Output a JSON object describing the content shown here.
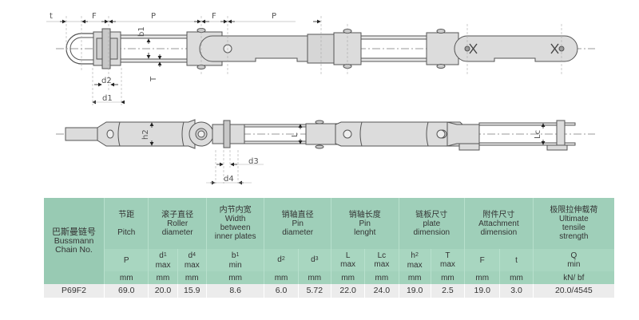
{
  "drawing": {
    "title": "Bussmann chain P69F2 dimensional drawing",
    "top_view_labels": {
      "t": "t",
      "F_left": "F",
      "P_left": "P",
      "F_right": "F",
      "P_right": "P",
      "b1": "b1",
      "T": "T",
      "d2": "d2",
      "d1": "d1"
    },
    "side_view_labels": {
      "h2": "h2",
      "d3": "d3",
      "d4": "d4",
      "L": "L",
      "Lc": "Lc"
    }
  },
  "table": {
    "chain_no": {
      "zh": "巴斯曼链号",
      "en1": "Bussmann",
      "en2": "Chain No."
    },
    "groups": [
      {
        "zh": "节距",
        "en": [
          "Pitch"
        ]
      },
      {
        "zh": "滚子直径",
        "en": [
          "Roller",
          "diameter"
        ]
      },
      {
        "zh": "内节内宽",
        "en": [
          "Width",
          "between",
          "inner plates"
        ]
      },
      {
        "zh": "销轴直径",
        "en": [
          "Pin",
          "diameter"
        ]
      },
      {
        "zh": "销轴长度",
        "en": [
          "Pin",
          "lenght"
        ]
      },
      {
        "zh": "链板尺寸",
        "en": [
          "plate",
          "dimension"
        ]
      },
      {
        "zh": "附件尺寸",
        "en": [
          "Attachment",
          "dimension"
        ]
      },
      {
        "zh": "极限拉伸载荷",
        "en": [
          "Ultimate",
          "tensile",
          "strength"
        ]
      }
    ],
    "symbols": [
      {
        "sym": "P",
        "sub": "",
        "qual": ""
      },
      {
        "sym": "d",
        "sub": "1",
        "qual": "max"
      },
      {
        "sym": "d",
        "sub": "4",
        "qual": "max"
      },
      {
        "sym": "b",
        "sub": "1",
        "qual": "min"
      },
      {
        "sym": "d",
        "sub": "2",
        "qual": ""
      },
      {
        "sym": "d",
        "sub": "3",
        "qual": ""
      },
      {
        "sym": "L",
        "sub": "",
        "qual": "max"
      },
      {
        "sym": "Lc",
        "sub": "",
        "qual": "max"
      },
      {
        "sym": "h",
        "sub": "2",
        "qual": "max"
      },
      {
        "sym": "T",
        "sub": "",
        "qual": "max"
      },
      {
        "sym": "F",
        "sub": "",
        "qual": ""
      },
      {
        "sym": "t",
        "sub": "",
        "qual": ""
      },
      {
        "sym": "Q",
        "sub": "",
        "qual": "min"
      }
    ],
    "units": [
      "mm",
      "mm",
      "mm",
      "mm",
      "mm",
      "mm",
      "mm",
      "mm",
      "mm",
      "mm",
      "mm",
      "mm",
      "kN/ bf"
    ],
    "rows": [
      {
        "chain": "P69F2",
        "values": [
          "69.0",
          "20.0",
          "15.9",
          "8.6",
          "6.0",
          "5.72",
          "22.0",
          "24.0",
          "19.0",
          "2.5",
          "19.0",
          "3.0",
          "20.0/4545"
        ]
      }
    ]
  },
  "colors": {
    "header_green": "#9fcfb9",
    "row_gray": "#ececec",
    "plate_gray": "#dcdcdc",
    "line": "#666666"
  }
}
